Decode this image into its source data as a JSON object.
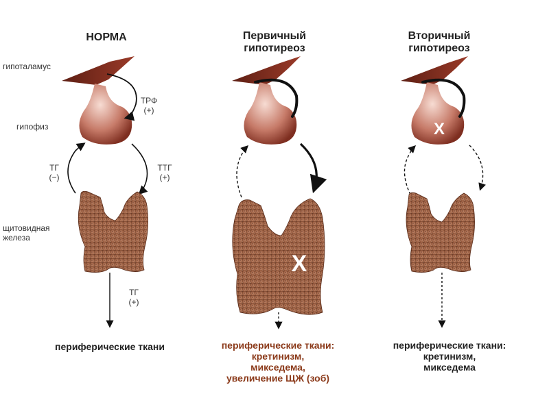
{
  "columns": [
    {
      "title": "НОРМА",
      "bottom": "периферические ткани",
      "bottom_color": "#222222"
    },
    {
      "title": "Первичный\nгипотиреоз",
      "bottom": "периферические ткани:\nкретинизм,\nмикседема,\nувеличение ЩЖ (зоб)",
      "bottom_color": "#8b3a1a"
    },
    {
      "title": "Вторичный\nгипотиреоз",
      "bottom": "периферические ткани:\nкретинизм,\nмикседема",
      "bottom_color": "#222222"
    }
  ],
  "labels": {
    "hypothalamus": "гипоталамус",
    "pituitary": "гипофиз",
    "thyroid": "щитовидная\nжелеза",
    "trf": "ТРФ\n(+)",
    "tg_left": "ТГ\n(−)",
    "ttg": "ТТГ\n(+)",
    "tg_bottom": "ТГ\n(+)"
  },
  "block_marks": {
    "primary_thyroid": "X",
    "secondary_pituitary": "X"
  },
  "colors": {
    "hypothalamus": "#7a2a1c",
    "pituitary_light": "#f4cfc4",
    "pituitary_dark": "#8a3526",
    "thyroid": "#a8674a",
    "thyroid_dark": "#6e3b25",
    "accent_text": "#8b3a1a"
  }
}
